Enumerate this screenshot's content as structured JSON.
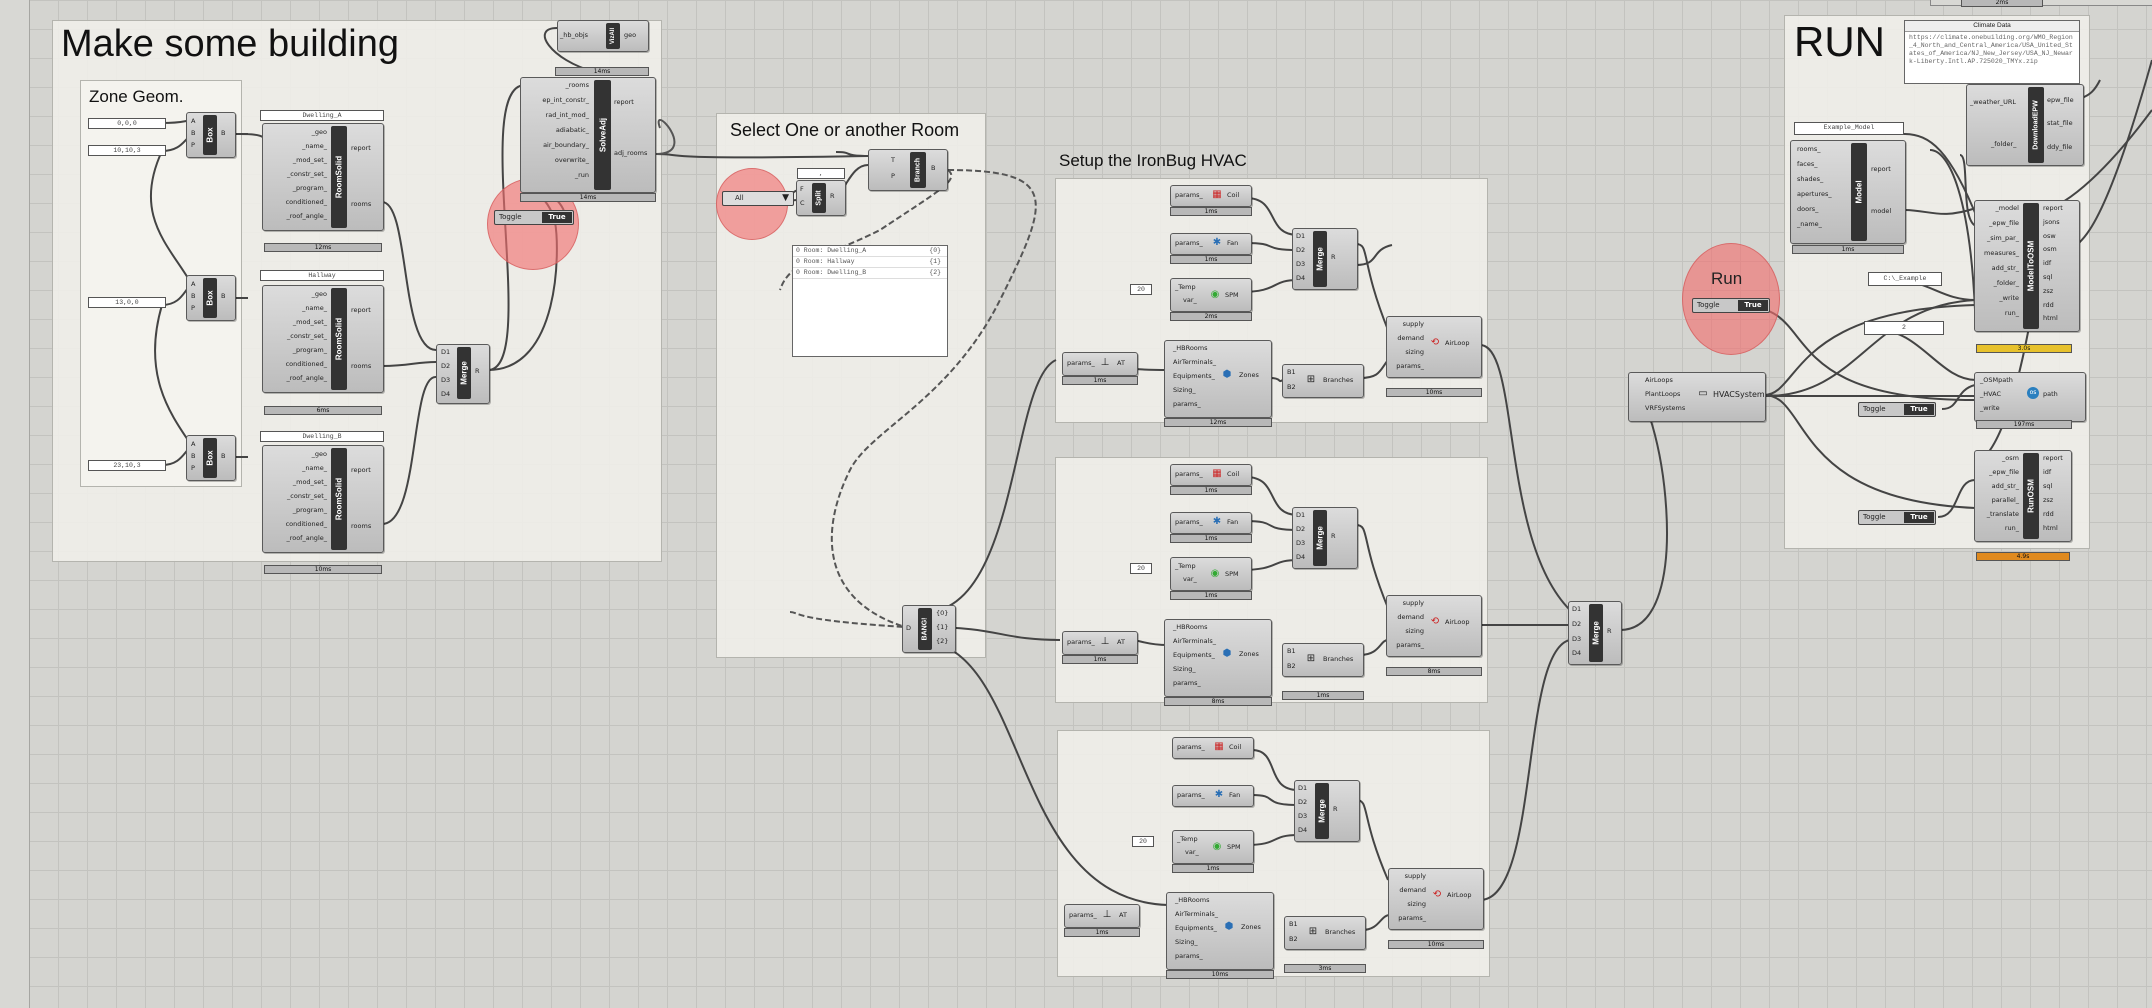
{
  "groups": {
    "building": "Make some building",
    "zone_geom": "Zone Geom.",
    "select_room": "Select One or another Room",
    "hvac": "Setup the IronBug HVAC",
    "run": "RUN"
  },
  "halos": {
    "run": "Run"
  },
  "boxes": [
    {
      "core": "Box",
      "ports": [
        "A",
        "B",
        "P"
      ],
      "out": "B",
      "input": "0,0,0"
    },
    {
      "core": "Box",
      "ports": [
        "A",
        "B",
        "P"
      ],
      "out": "B",
      "input": "10,10,3"
    },
    {
      "core": "Box",
      "ports": [
        "A",
        "B",
        "P"
      ],
      "out": "B",
      "input": "13,0,0"
    },
    {
      "core": "Box",
      "ports": [
        "A",
        "B",
        "P"
      ],
      "out": "B",
      "input": "23,10,3"
    }
  ],
  "room_solids": [
    {
      "core": "RoomSolid",
      "name": "Dwelling_A",
      "timer": "12ms"
    },
    {
      "core": "RoomSolid",
      "name": "Hallway",
      "timer": "6ms"
    },
    {
      "core": "RoomSolid",
      "name": "Dwelling_B",
      "timer": "10ms"
    }
  ],
  "room_solid_ports": {
    "inputs": [
      "_geo",
      "_name_",
      "_mod_set_",
      "_constr_set_",
      "_program_",
      "conditioned_",
      "_roof_angle_"
    ],
    "outputs": [
      "report",
      "rooms"
    ]
  },
  "merge_rooms": {
    "core": "Merge",
    "inputs": [
      "D1",
      "D2",
      "D3",
      "D4"
    ],
    "output": "R"
  },
  "solve_adj": {
    "core": "SolveAdj",
    "inputs": [
      "_rooms",
      "ep_int_constr_",
      "rad_int_mod_",
      "adiabatic_",
      "air_boundary_",
      "overwrite_",
      "_run"
    ],
    "outputs": [
      "report",
      "adj_rooms"
    ],
    "timer": "14ms"
  },
  "visual": {
    "core": "VizAll",
    "input": "_hb_objs",
    "output": "geo",
    "timer": "14ms"
  },
  "toggle_adj": {
    "label": "Toggle",
    "value": "True"
  },
  "select": {
    "dropdown": "All",
    "split_core": "Split",
    "split_ports": [
      "F",
      "C"
    ],
    "split_out": "R",
    "branch_core": "Branch",
    "branch_ports": [
      "T",
      "P"
    ],
    "branch_out": "B",
    "comma": ",",
    "panel_rows": [
      {
        "path": "{0}",
        "value": "0 Room: Dwelling_A"
      },
      {
        "path": "{1}",
        "value": "0 Room: Hallway"
      },
      {
        "path": "{2}",
        "value": "0 Room: Dwelling_B"
      }
    ],
    "bang_core": "BANG!",
    "bang_in": "D",
    "bang_outs": [
      "{0}",
      "{1}",
      "{2}"
    ]
  },
  "hvac_sets": [
    {
      "coil_params": "params_",
      "coil": "Coil",
      "coil_timer": "1ms",
      "fan_params": "params_",
      "fan": "Fan",
      "fan_timer": "1ms",
      "temp": "20",
      "spm_in": [
        "_Temp",
        "var_"
      ],
      "spm": "SPM",
      "spm_timer": "2ms",
      "at_params": "params_",
      "at": "AT",
      "at_timer": "1ms",
      "zones_in": [
        "_HBRooms",
        "AirTerminals_",
        "Equipments_",
        "Sizing_",
        "params_"
      ],
      "zones": "Zones",
      "zones_timer": "12ms",
      "branches_in": [
        "B1",
        "B2"
      ],
      "branches": "Branches",
      "airloop_in": [
        "supply",
        "demand",
        "sizing",
        "params_"
      ],
      "airloop": "AirLoop",
      "airloop_timer": "10ms",
      "merge": "Merge",
      "merge_in": [
        "D1",
        "D2",
        "D3",
        "D4"
      ],
      "merge_out": "R"
    },
    {
      "coil_params": "params_",
      "coil": "Coil",
      "coil_timer": "1ms",
      "fan_params": "params_",
      "fan": "Fan",
      "fan_timer": "1ms",
      "temp": "20",
      "spm_in": [
        "_Temp",
        "var_"
      ],
      "spm": "SPM",
      "spm_timer": "1ms",
      "at_params": "params_",
      "at": "AT",
      "at_timer": "1ms",
      "zones_in": [
        "_HBRooms",
        "AirTerminals_",
        "Equipments_",
        "Sizing_",
        "params_"
      ],
      "zones": "Zones",
      "zones_timer": "8ms",
      "branches_in": [
        "B1",
        "B2"
      ],
      "branches": "Branches",
      "branches_timer": "1ms",
      "airloop_in": [
        "supply",
        "demand",
        "sizing",
        "params_"
      ],
      "airloop": "AirLoop",
      "airloop_timer": "8ms",
      "merge": "Merge",
      "merge_in": [
        "D1",
        "D2",
        "D3",
        "D4"
      ],
      "merge_out": "R"
    },
    {
      "coil_params": "params_",
      "coil": "Coil",
      "coil_timer": "",
      "fan_params": "params_",
      "fan": "Fan",
      "fan_timer": "",
      "temp": "20",
      "spm_in": [
        "_Temp",
        "var_"
      ],
      "spm": "SPM",
      "spm_timer": "1ms",
      "at_params": "params_",
      "at": "AT",
      "at_timer": "1ms",
      "zones_in": [
        "_HBRooms",
        "AirTerminals_",
        "Equipments_",
        "Sizing_",
        "params_"
      ],
      "zones": "Zones",
      "zones_timer": "10ms",
      "branches_in": [
        "B1",
        "B2"
      ],
      "branches": "Branches",
      "branches_timer": "3ms",
      "airloop_in": [
        "supply",
        "demand",
        "sizing",
        "params_"
      ],
      "airloop": "AirLoop",
      "airloop_timer": "10ms",
      "merge": "Merge",
      "merge_in": [
        "D1",
        "D2",
        "D3",
        "D4"
      ],
      "merge_out": "R"
    }
  ],
  "merge_airloops": {
    "core": "Merge",
    "inputs": [
      "D1",
      "D2",
      "D3",
      "D4"
    ],
    "output": "R"
  },
  "hvac_system": {
    "inputs": [
      "AirLoops",
      "PlantLoops",
      "VRFSystems"
    ],
    "label": "HVACSystem"
  },
  "run_group": {
    "climate_title": "Climate Data",
    "climate_url": "https://climate.onebuilding.org/WMO_Region_4_North_and_Central_America/USA_United_States_of_America/NJ_New_Jersey/USA_NJ_Newark-Liberty.Intl.AP.725020_TMYx.zip",
    "download": {
      "core": "DownloadEPW",
      "inputs": [
        "_weather_URL",
        "_folder_"
      ],
      "outputs": [
        "epw_file",
        "stat_file",
        "ddy_file"
      ]
    },
    "model_name": "Example_Model",
    "model": {
      "core": "Model",
      "inputs": [
        "rooms_",
        "faces_",
        "shades_",
        "apertures_",
        "doors_",
        "_name_"
      ],
      "outputs": [
        "report",
        "model"
      ],
      "timer": "1ms"
    },
    "folder": "C:\\_Example",
    "number": "2",
    "run_toggle": {
      "label": "Toggle",
      "value": "True"
    },
    "model_to_osm": {
      "core": "ModelToOSM",
      "inputs": [
        "_model",
        "_epw_file",
        "_sim_par_",
        "measures_",
        "add_str_",
        "_folder_",
        "_write",
        "run_"
      ],
      "outputs": [
        "report",
        "jsons",
        "osw",
        "osm",
        "idf",
        "sql",
        "zsz",
        "rdd",
        "html"
      ],
      "timer": "3.0s"
    },
    "hvac_osm": {
      "inputs": [
        "_OSMpath",
        "_HVAC",
        "_write"
      ],
      "output": "path",
      "timer": "197ms"
    },
    "hvac_toggle": {
      "label": "Toggle",
      "value": "True"
    },
    "run_osm": {
      "core": "RunOSM",
      "inputs": [
        "_osm",
        "_epw_file",
        "add_str_",
        "parallel_",
        "_translate",
        "run_"
      ],
      "outputs": [
        "report",
        "idf",
        "sql",
        "zsz",
        "rdd",
        "html"
      ],
      "timer": "4.9s"
    },
    "run_osm_toggle": {
      "label": "Toggle",
      "value": "True"
    },
    "top_timer": "2ms"
  },
  "colors": {
    "canvas": "#d4d4d0",
    "group": "#efeee8",
    "component_dark": "#333333",
    "halo": "#f26e6e",
    "timer_orange": "#e08a1e",
    "timer_yellow": "#e7c12c"
  },
  "icons": {
    "coil": "coil-icon",
    "fan": "fan-icon",
    "spm": "setpoint-icon",
    "zones": "zones-icon",
    "airloop": "airloop-icon",
    "branches": "branches-icon",
    "hvac": "hvac-system-icon",
    "at": "air-terminal-icon"
  }
}
